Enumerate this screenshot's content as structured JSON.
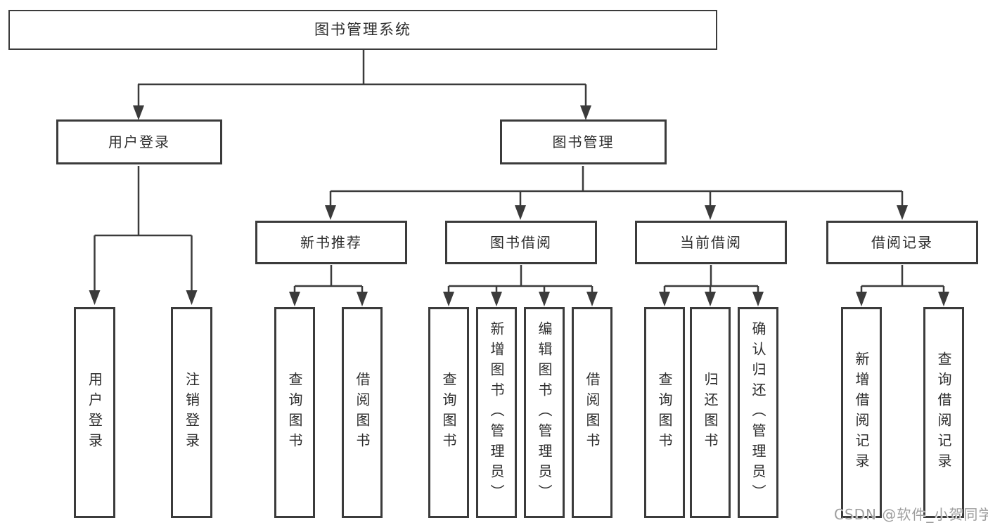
{
  "colors": {
    "line": "#3b3b3b",
    "box_border": "#3b3b3b",
    "text": "#2d2d2d",
    "watermark": "#9e9e9e",
    "background": "#ffffff"
  },
  "tree": {
    "root": {
      "label": "图书管理系统"
    },
    "level2": [
      {
        "key": "user_login",
        "label": "用户登录"
      },
      {
        "key": "book_mgmt",
        "label": "图书管理"
      }
    ],
    "level3": [
      {
        "key": "new_book",
        "label": "新书推荐"
      },
      {
        "key": "book_borrow",
        "label": "图书借阅"
      },
      {
        "key": "current_borrow",
        "label": "当前借阅"
      },
      {
        "key": "borrow_record",
        "label": "借阅记录"
      }
    ],
    "leaves": {
      "user_login": [
        "用户登录",
        "注销登录"
      ],
      "new_book": [
        "查询图书",
        "借阅图书"
      ],
      "book_borrow": [
        "查询图书",
        "新增图书（管理员）",
        "编辑图书（管理员）",
        "借阅图书"
      ],
      "current_borrow": [
        "查询图书",
        "归还图书",
        "确认归还（管理员）"
      ],
      "borrow_record": [
        "新增借阅记录",
        "查询借阅记录"
      ]
    }
  },
  "watermark": "CSDN @软件_小贺同学"
}
